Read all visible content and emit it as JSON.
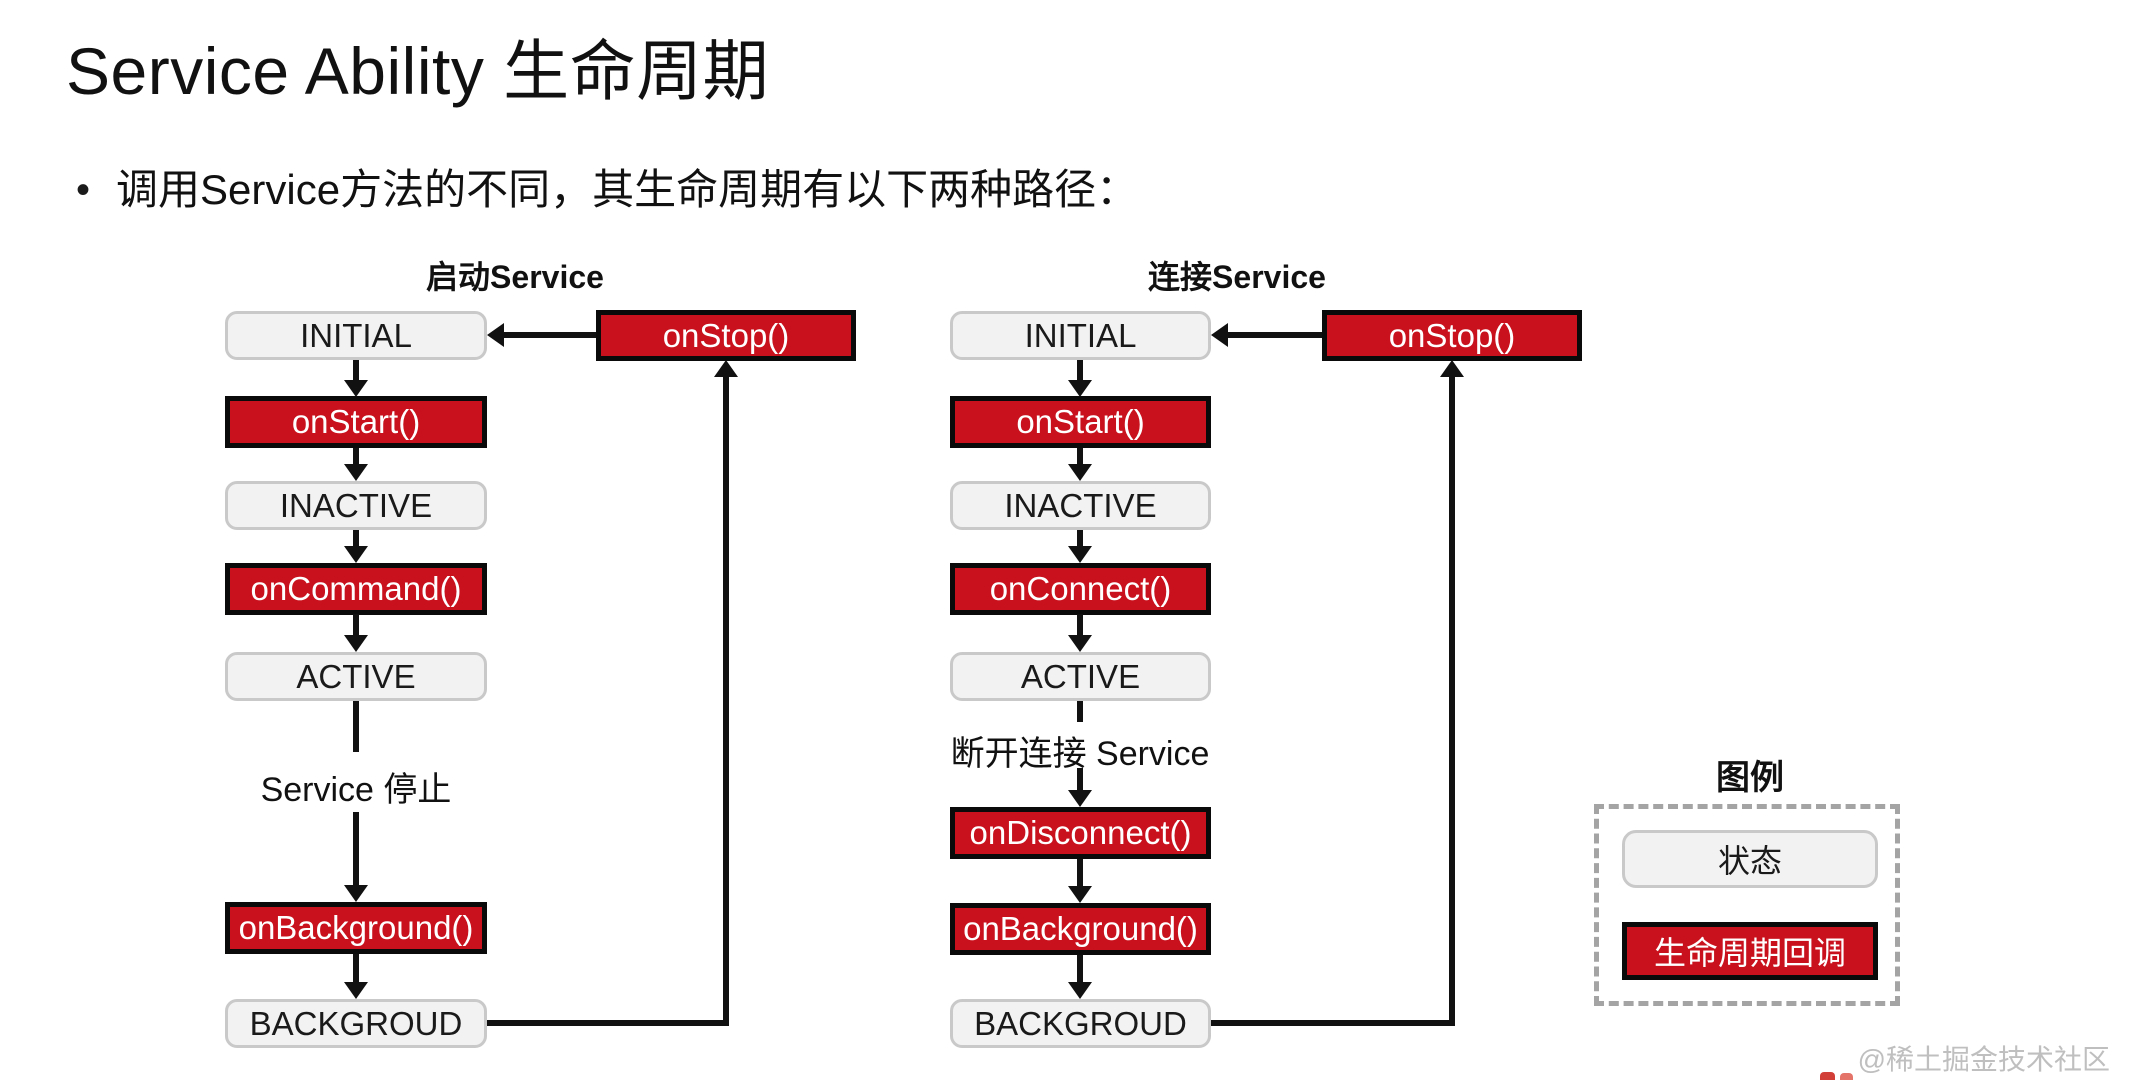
{
  "slide": {
    "title": "Service Ability 生命周期",
    "bullet_marker": "•",
    "bullet": "调用Service方法的不同，其生命周期有以下两种路径：",
    "watermark": "@稀土掘金技术社区"
  },
  "colors": {
    "callback_red": "#C8111D",
    "callback_border": "#0A0A0A",
    "state_fill": "#F2F2F2",
    "state_border": "#C9C9C9",
    "arrow": "#111111",
    "legend_dash": "#A4A4A4",
    "watermark_gray": "#BFBFBF"
  },
  "flows": [
    {
      "title": "启动Service",
      "nodes": {
        "initial": "INITIAL",
        "on_start": "onStart()",
        "inactive": "INACTIVE",
        "on_command": "onCommand()",
        "active": "ACTIVE",
        "transition_label": "Service 停止",
        "on_background": "onBackground()",
        "background": "BACKGROUD",
        "on_stop": "onStop()"
      }
    },
    {
      "title": "连接Service",
      "nodes": {
        "initial": "INITIAL",
        "on_start": "onStart()",
        "inactive": "INACTIVE",
        "on_connect": "onConnect()",
        "active": "ACTIVE",
        "transition_label": "断开连接 Service",
        "on_disconnect": "onDisconnect()",
        "on_background": "onBackground()",
        "background": "BACKGROUD",
        "on_stop": "onStop()"
      }
    }
  ],
  "legend": {
    "title": "图例",
    "state_label": "状态",
    "callback_label": "生命周期回调"
  }
}
